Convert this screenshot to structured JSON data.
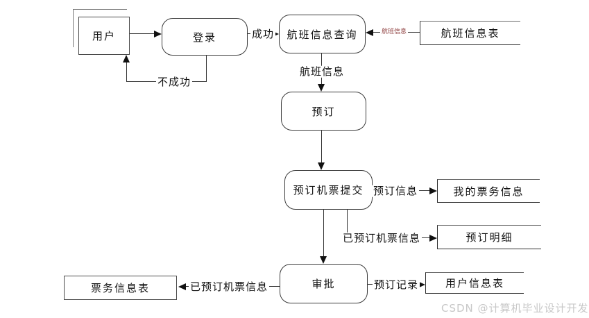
{
  "diagram": {
    "entities": {
      "user": "用户"
    },
    "processes": {
      "login": "登录",
      "flight_query": "航班信息查询",
      "booking": "预订",
      "booking_submit": "预订机票提交",
      "approval": "审批"
    },
    "stores": {
      "flight_table": "航班信息表",
      "my_ticket_info": "我的票务信息",
      "booking_detail": "预订明细",
      "ticket_table": "票务信息表",
      "user_table": "用户信息表"
    },
    "flows": {
      "success": "成功",
      "fail": "不成功",
      "flight_info_small": "航班信息",
      "flight_info": "航班信息",
      "booking_info": "预订信息",
      "booked_info_detail": "已预订机票信息",
      "booked_info_ticket": "已预订机票信息",
      "booking_record": "预订记录"
    },
    "colors": {
      "line": "#333333",
      "flow_label_red": "#8b3a3a",
      "watermark": "#c8c8c8"
    }
  },
  "watermark": "CSDN @计算机毕业设计开发"
}
